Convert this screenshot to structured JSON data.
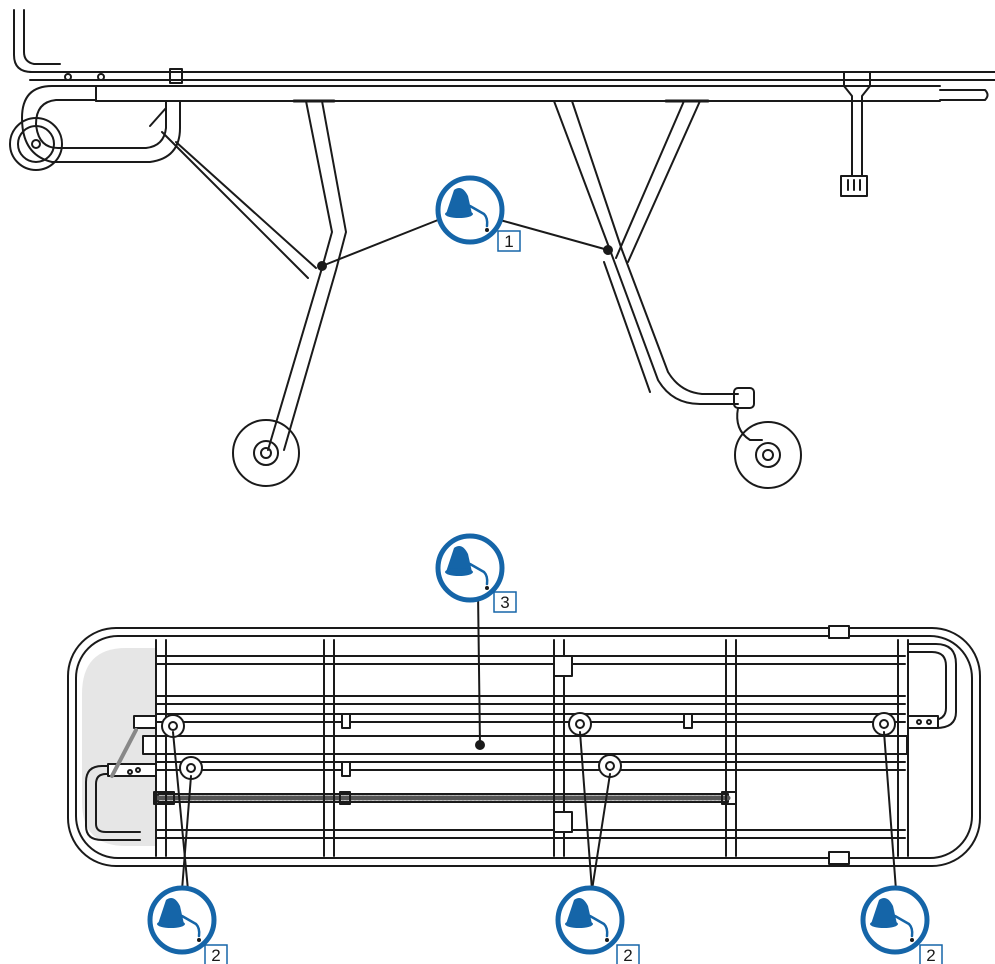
{
  "figure": {
    "callouts": [
      {
        "id": "c1",
        "number": "1"
      },
      {
        "id": "c3",
        "number": "3"
      },
      {
        "id": "c2a",
        "number": "2"
      },
      {
        "id": "c2b",
        "number": "2"
      },
      {
        "id": "c2c",
        "number": "2"
      }
    ],
    "callout_icon": "oil-can-lubrication-icon",
    "colors": {
      "callout_blue": "#1565a8",
      "callout_fill": "#ffffff",
      "label_box": "#1565a8",
      "line": "#1a1a1a",
      "shade": "#e6e6e6"
    }
  }
}
